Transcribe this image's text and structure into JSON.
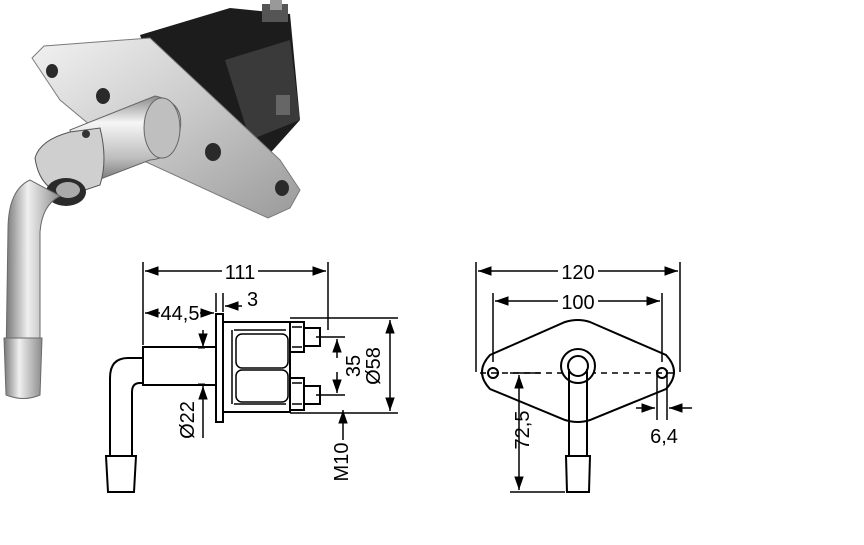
{
  "photo": {
    "description_visible": false
  },
  "side_view": {
    "dim_overall_length": "111",
    "dim_shaft_length": "44,5",
    "dim_plate_thickness": "3",
    "dim_terminal_spacing": "35",
    "dim_body_diameter": "Ø58",
    "dim_shaft_diameter": "Ø22",
    "dim_thread": "M10"
  },
  "front_view": {
    "dim_flange_width": "120",
    "dim_hole_spacing": "100",
    "dim_hole_diameter": "6,4",
    "dim_handle_height": "72,5"
  },
  "colors": {
    "line": "#000000",
    "metal_light": "#d8d8d8",
    "metal_dark": "#2a2a2a"
  }
}
